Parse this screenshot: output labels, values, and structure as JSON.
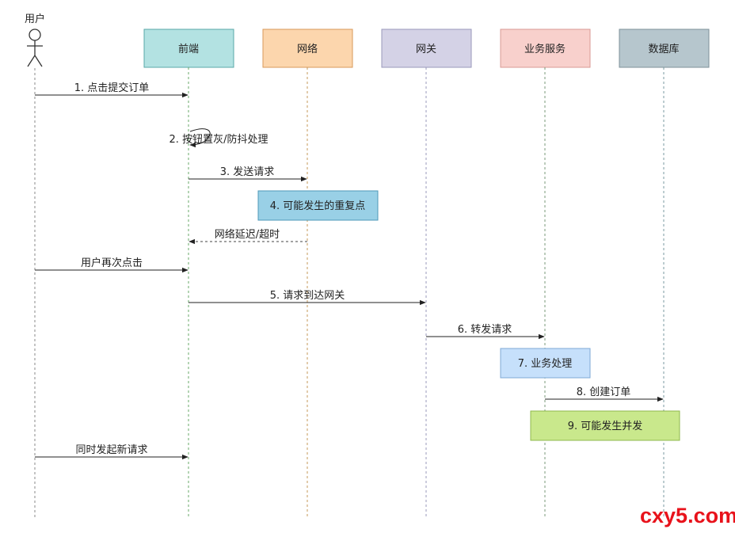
{
  "actor": {
    "label": "用户"
  },
  "participants": [
    {
      "id": "frontend",
      "label": "前端",
      "fill": "#b3e2e2",
      "stroke": "#5aa8a8",
      "line": "#6aa86a"
    },
    {
      "id": "network",
      "label": "网络",
      "fill": "#fcd6ad",
      "stroke": "#d89a5a",
      "line": "#c49a5a"
    },
    {
      "id": "gateway",
      "label": "网关",
      "fill": "#d4d2e6",
      "stroke": "#9a98bb",
      "line": "#9a98bb"
    },
    {
      "id": "service",
      "label": "业务服务",
      "fill": "#f8d0cc",
      "stroke": "#d89a94",
      "line": "#7a9a7a"
    },
    {
      "id": "database",
      "label": "数据库",
      "fill": "#b6c6cd",
      "stroke": "#7e9099",
      "line": "#7a9aa0"
    }
  ],
  "messages": [
    {
      "label": "1. 点击提交订单",
      "from": "actor",
      "to": "frontend",
      "style": "solid"
    },
    {
      "label": "2. 按钮置灰/防抖处理",
      "from": "frontend",
      "to": "frontend",
      "style": "self"
    },
    {
      "label": "3. 发送请求",
      "from": "frontend",
      "to": "network",
      "style": "solid"
    },
    {
      "label": "网络延迟/超时",
      "from": "network",
      "to": "frontend",
      "style": "dashed"
    },
    {
      "label": "用户再次点击",
      "from": "actor",
      "to": "frontend",
      "style": "solid"
    },
    {
      "label": "5. 请求到达网关",
      "from": "frontend",
      "to": "gateway",
      "style": "solid"
    },
    {
      "label": "6. 转发请求",
      "from": "gateway",
      "to": "service",
      "style": "solid"
    },
    {
      "label": "8. 创建订单",
      "from": "service",
      "to": "database",
      "style": "solid"
    },
    {
      "label": "同时发起新请求",
      "from": "actor",
      "to": "frontend",
      "style": "solid"
    }
  ],
  "notes": [
    {
      "label": "4. 可能发生的重复点",
      "fill": "#99d0e6",
      "stroke": "#4f99b8"
    },
    {
      "label": "7. 业务处理",
      "fill": "#c6e0fb",
      "stroke": "#7fa9d6"
    },
    {
      "label": "9. 可能发生并发",
      "fill": "#c9e88c",
      "stroke": "#8fb84c"
    }
  ],
  "watermark": "cxy5.com"
}
